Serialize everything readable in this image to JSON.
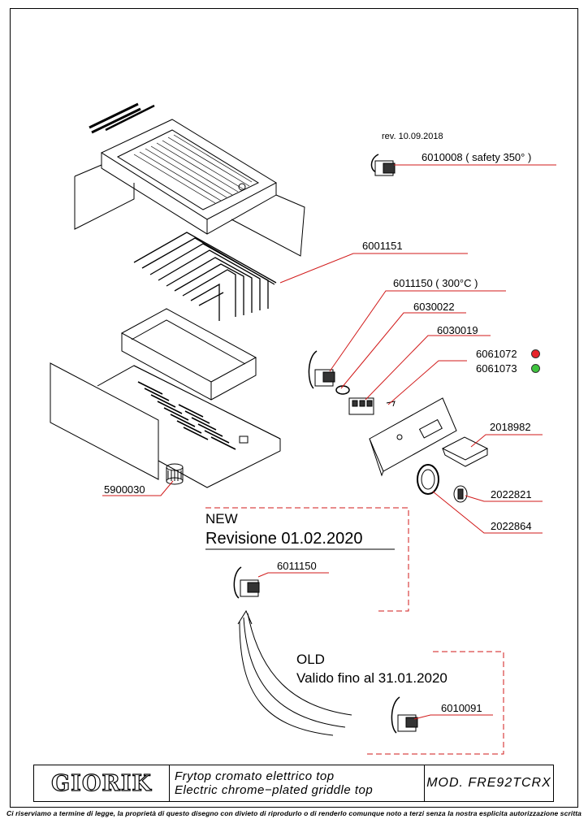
{
  "revision": "rev. 10.09.2018",
  "parts": {
    "p6010008": "6010008  ( safety 350° )",
    "p6001151": "6001151",
    "p6011150_300": "6011150   ( 300°C )",
    "p6030022": "6030022",
    "p6030019": "6030019",
    "p6061072": "6061072",
    "p6061073": "6061073",
    "p2018982": "2018982",
    "p5900030": "5900030",
    "p2022821": "2022821",
    "p2022864": "2022864",
    "p6011150_new": "6011150",
    "p6010091": "6010091"
  },
  "indicator_colors": {
    "red": "#e8232a",
    "green": "#3ec43e"
  },
  "new_block": {
    "line1": "NEW",
    "line2": "Revisione 01.02.2020"
  },
  "old_block": {
    "line1": "OLD",
    "line2": "Valido fino al 31.01.2020"
  },
  "title_block": {
    "logo": "GIORIK",
    "desc_it": "Frytop cromato elettrico top",
    "desc_en": "Electric chrome−plated griddle top",
    "model": "MOD.  FRE92TCRX"
  },
  "footer": "Ci riserviamo a termine di legge, la proprietà di questo disegno con divieto di riprodurlo o di renderlo comunque noto a terzi senza la nostra esplicita autorizzazione scritta"
}
